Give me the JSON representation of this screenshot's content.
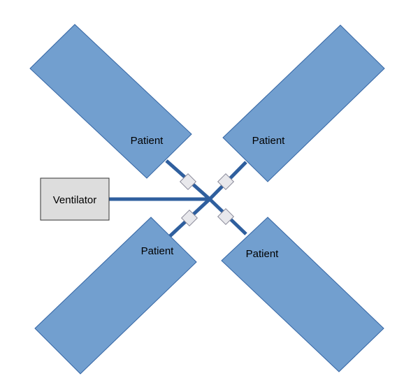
{
  "ventilator": {
    "label": "Ventilator"
  },
  "patients": [
    {
      "label": "Patient"
    },
    {
      "label": "Patient"
    },
    {
      "label": "Patient"
    },
    {
      "label": "Patient"
    }
  ],
  "colors": {
    "bed_fill": "#729fcf",
    "bed_stroke": "#3465a4",
    "line": "#2f5f9e",
    "ventilator_fill": "#dddddd",
    "ventilator_stroke": "#333333",
    "connector_fill": "#e8e8ec",
    "connector_stroke": "#8a8a9a"
  }
}
